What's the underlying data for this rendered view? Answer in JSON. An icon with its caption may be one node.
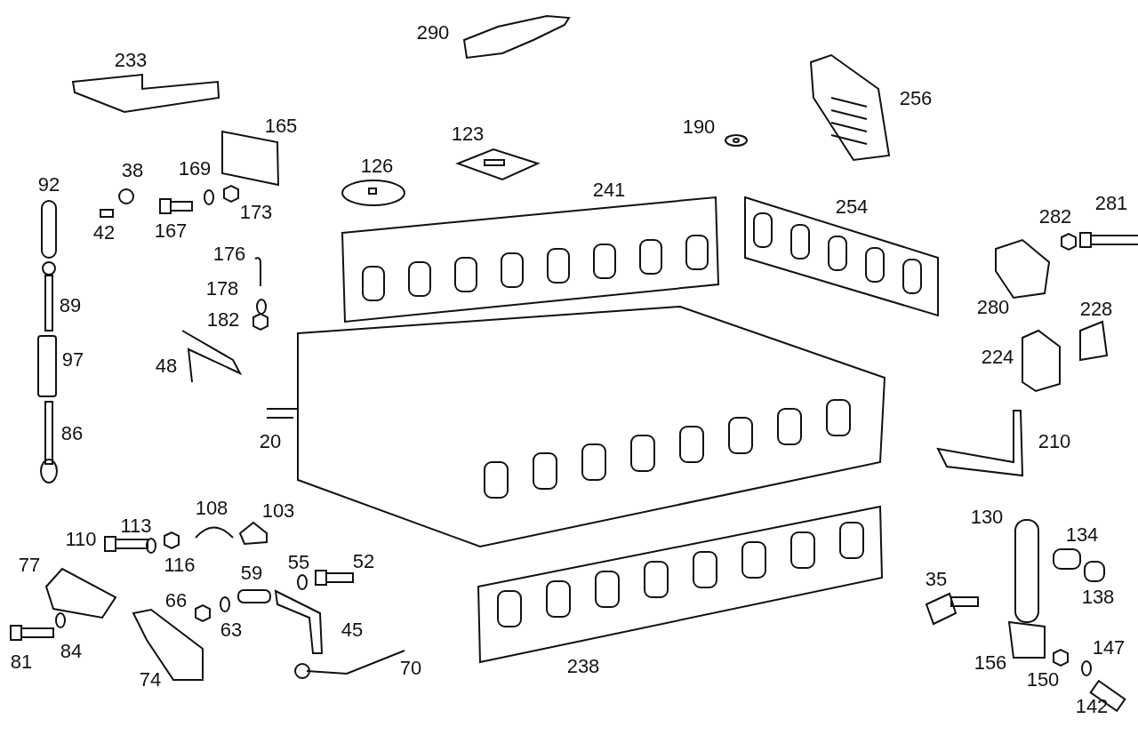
{
  "diagram": {
    "labels": [
      "290",
      "233",
      "256",
      "165",
      "190",
      "123",
      "38",
      "169",
      "126",
      "92",
      "241",
      "254",
      "281",
      "173",
      "282",
      "42",
      "167",
      "176",
      "178",
      "89",
      "280",
      "228",
      "182",
      "224",
      "97",
      "48",
      "86",
      "20",
      "210",
      "108",
      "103",
      "130",
      "113",
      "134",
      "110",
      "52",
      "55",
      "77",
      "116",
      "59",
      "35",
      "66",
      "138",
      "63",
      "45",
      "84",
      "147",
      "81",
      "156",
      "238",
      "70",
      "74",
      "150",
      "142"
    ]
  }
}
